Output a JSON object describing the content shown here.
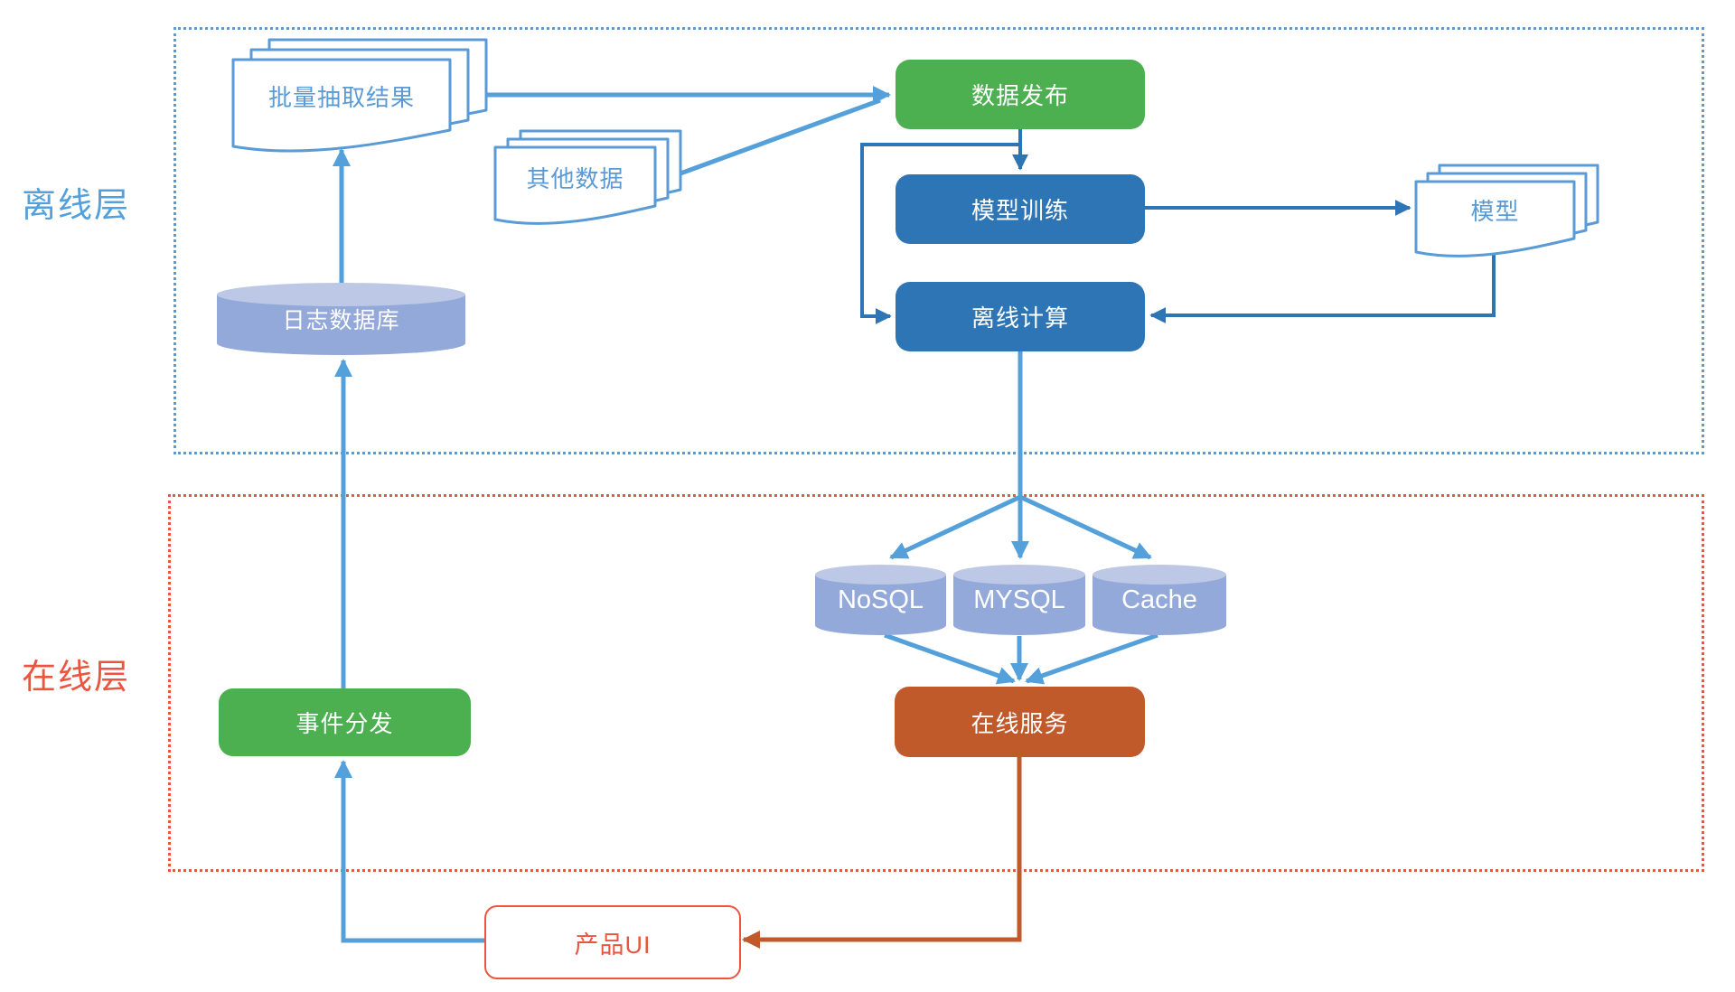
{
  "diagram_title": "",
  "regions": {
    "offline": {
      "label": "离线层",
      "border_color": "#5B9BD5"
    },
    "online": {
      "label": "在线层",
      "border_color": "#EB5540"
    }
  },
  "nodes": {
    "batch_extract_doc": {
      "label": "批量抽取结果",
      "shape": "document-stack"
    },
    "other_data_doc": {
      "label": "其他数据",
      "shape": "document-stack"
    },
    "model_doc": {
      "label": "模型",
      "shape": "document-stack"
    },
    "data_publish": {
      "label": "数据发布",
      "shape": "rounded-box",
      "color": "#4CAF50"
    },
    "model_training": {
      "label": "模型训练",
      "shape": "rounded-box",
      "color": "#2E75B6"
    },
    "offline_compute": {
      "label": "离线计算",
      "shape": "rounded-box",
      "color": "#2E75B6"
    },
    "log_database": {
      "label": "日志数据库",
      "shape": "cylinder",
      "color": "#93A9D9"
    },
    "nosql": {
      "label": "NoSQL",
      "shape": "cylinder",
      "color": "#93A9D9"
    },
    "mysql": {
      "label": "MYSQL",
      "shape": "cylinder",
      "color": "#93A9D9"
    },
    "cache": {
      "label": "Cache",
      "shape": "cylinder",
      "color": "#93A9D9"
    },
    "event_dispatch": {
      "label": "事件分发",
      "shape": "rounded-box",
      "color": "#4CAF50"
    },
    "online_service": {
      "label": "在线服务",
      "shape": "rounded-box",
      "color": "#C05A2B"
    },
    "product_ui": {
      "label": "产品UI",
      "shape": "outlined-box",
      "color": "#EB5540"
    }
  },
  "edges": [
    {
      "from": "batch_extract_doc",
      "to": "data_publish",
      "color": "#54A0DB"
    },
    {
      "from": "other_data_doc",
      "to": "data_publish",
      "color": "#54A0DB"
    },
    {
      "from": "data_publish",
      "to": "model_training",
      "color": "#2E75B6"
    },
    {
      "from": "data_publish",
      "to": "offline_compute",
      "color": "#2E75B6"
    },
    {
      "from": "model_training",
      "to": "model_doc",
      "color": "#2E75B6"
    },
    {
      "from": "model_doc",
      "to": "offline_compute",
      "color": "#2E75B6"
    },
    {
      "from": "offline_compute",
      "to": "nosql",
      "color": "#54A0DB"
    },
    {
      "from": "offline_compute",
      "to": "mysql",
      "color": "#54A0DB"
    },
    {
      "from": "offline_compute",
      "to": "cache",
      "color": "#54A0DB"
    },
    {
      "from": "nosql",
      "to": "online_service",
      "color": "#54A0DB"
    },
    {
      "from": "mysql",
      "to": "online_service",
      "color": "#54A0DB"
    },
    {
      "from": "cache",
      "to": "online_service",
      "color": "#54A0DB"
    },
    {
      "from": "online_service",
      "to": "product_ui",
      "color": "#C05A2B"
    },
    {
      "from": "product_ui",
      "to": "event_dispatch",
      "color": "#54A0DB"
    },
    {
      "from": "event_dispatch",
      "to": "log_database",
      "color": "#54A0DB"
    },
    {
      "from": "log_database",
      "to": "batch_extract_doc",
      "color": "#54A0DB"
    }
  ],
  "colors": {
    "light_blue_arrow": "#54A0DB",
    "dark_blue_arrow": "#2E75B6",
    "green_box": "#4CAF50",
    "blue_box": "#2E75B6",
    "orange_box": "#C05A2B",
    "red_accent": "#EB5540",
    "cylinder_body": "#93A9D9",
    "cylinder_top": "#BCC8E6",
    "doc_outline": "#5B9BD5"
  }
}
